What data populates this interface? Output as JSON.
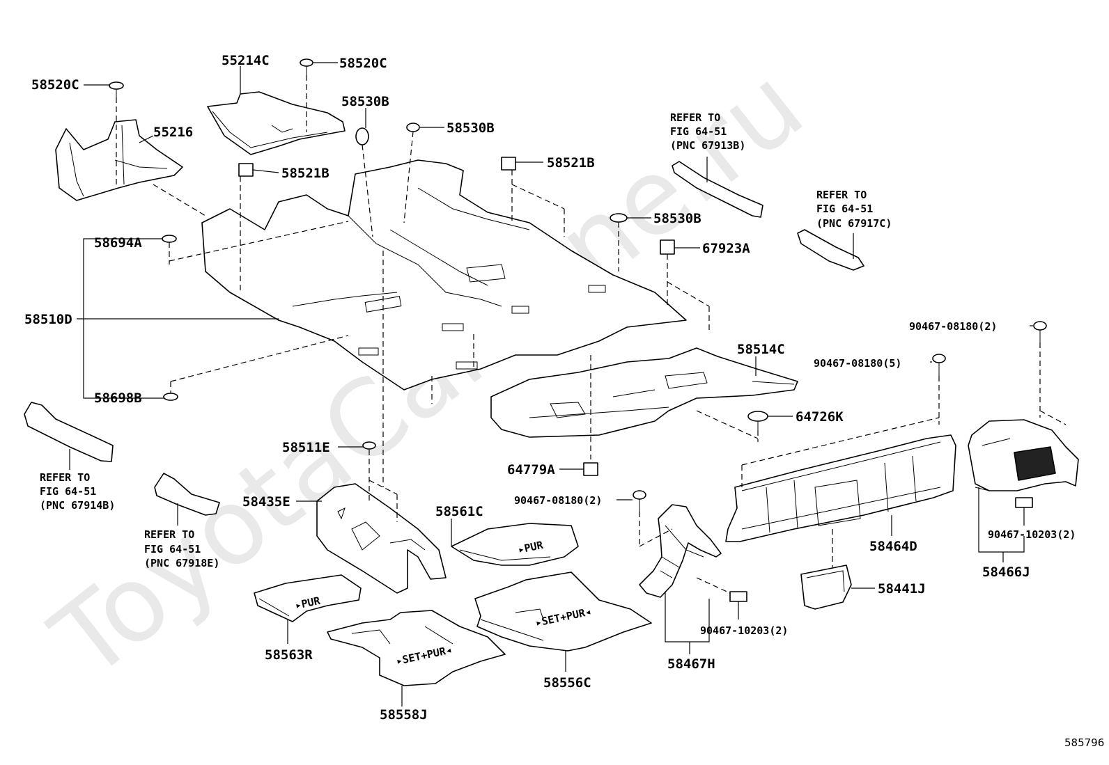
{
  "watermark": "ToyotaCarMine.ru",
  "drawing_number": "585796",
  "labels": {
    "p55214C": "55214C",
    "p58520C_top": "58520C",
    "p58520C_left": "58520C",
    "p55216": "55216",
    "p58530B_a": "58530B",
    "p58530B_b": "58530B",
    "p58530B_c": "58530B",
    "p58521B_a": "58521B",
    "p58521B_b": "58521B",
    "p67923A": "67923A",
    "p58694A": "58694A",
    "p58510D": "58510D",
    "p58698B": "58698B",
    "p58514C": "58514C",
    "p64726K": "64726K",
    "p64779A": "64779A",
    "p58511E": "58511E",
    "p58435E": "58435E",
    "p58561C": "58561C",
    "p58563R": "58563R",
    "p58556C": "58556C",
    "p58558J": "58558J",
    "p58467H": "58467H",
    "p58464D": "58464D",
    "p58441J": "58441J",
    "p58466J": "58466J",
    "bolt_a": "90467-08180(2)",
    "bolt_b": "90467-08180(5)",
    "bolt_c": "90467-08180(2)",
    "clip_a": "90467-10203(2)",
    "clip_b": "90467-10203(2)"
  },
  "refers": {
    "r1": [
      "REFER TO",
      "FIG 64-51",
      "(PNC 67913B)"
    ],
    "r2": [
      "REFER TO",
      "FIG 64-51",
      "(PNC 67917C)"
    ],
    "r3": [
      "REFER TO",
      "FIG 64-51",
      "(PNC 67914B)"
    ],
    "r4": [
      "REFER TO",
      "FIG 64-51",
      "(PNC 67918E)"
    ]
  }
}
